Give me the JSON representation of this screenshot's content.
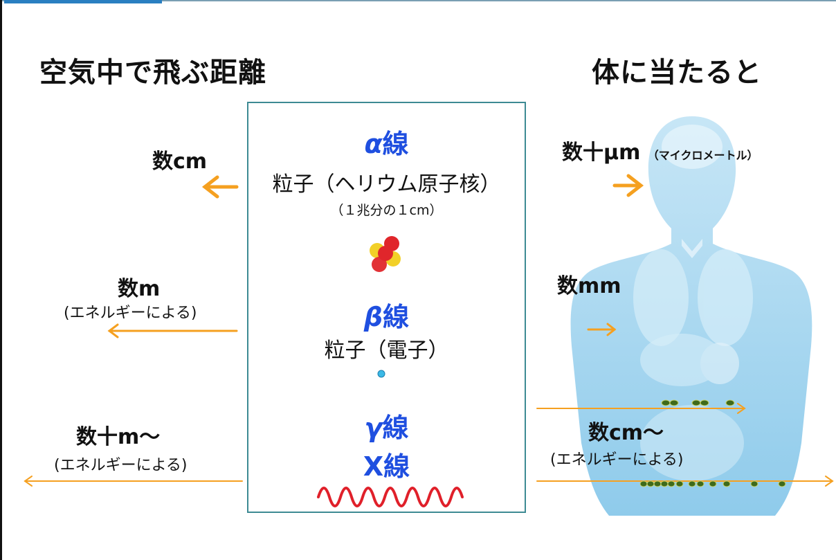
{
  "headings": {
    "air": "空気中で飛ぶ距離",
    "body": "体に当たると"
  },
  "rays": {
    "alpha": {
      "symbol": "α",
      "suffix": "線",
      "particle": "粒子（ヘリウム原子核）",
      "size": "（１兆分の１cm）",
      "air_distance": "数cm",
      "body_distance": "数十μm",
      "body_note": "（マイクロメートル）"
    },
    "beta": {
      "symbol": "β",
      "suffix": "線",
      "particle": "粒子（電子）",
      "air_distance": "数m",
      "air_note": "(エネルギーによる)",
      "body_distance": "数mm"
    },
    "gamma_x": {
      "gamma_symbol": "γ",
      "gamma_suffix": "線",
      "x_label": "X線",
      "air_distance": "数十m～",
      "air_note": "(エネルギーによる)",
      "body_distance": "数cm～",
      "body_note": "(エネルギーによる)"
    }
  },
  "colors": {
    "arrow": "#f5a020",
    "ray_title": "#1f4fe0",
    "box_border": "#3d8a93",
    "wave": "#e0202a",
    "body": "#9fd4ee",
    "alpha_red": "#e0262b",
    "alpha_yellow": "#f2d028",
    "beta_dot": "#3bb9e6",
    "ion_dot": "#3e6a1c"
  }
}
